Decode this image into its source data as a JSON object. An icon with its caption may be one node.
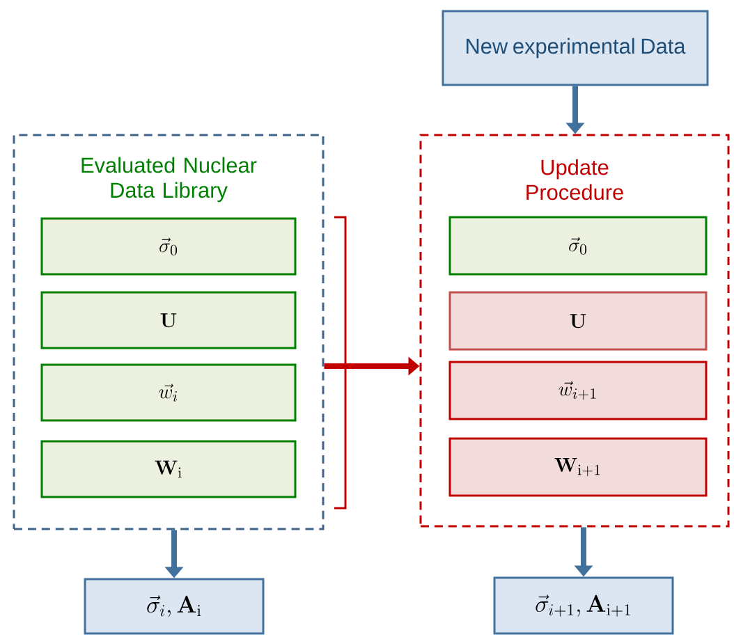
{
  "diagram": {
    "nodes": [
      {
        "text": [
          "Evaluated Nuclear Data Library"
        ]
      },
      {
        "text": [
          "\\vec{\\sigma}_0"
        ],
        "in": 0
      },
      {
        "text": [
          "\\mathbf{U}"
        ],
        "in": 0
      },
      {
        "text": [
          "\\vec{w}_i"
        ],
        "in": 0
      },
      {
        "text": [
          "\\mathbf{W}_{\\mathrm{i}}"
        ],
        "in": 0
      },
      {
        "text": [
          "New experimental Data"
        ]
      },
      {
        "text": [
          "Update Procedure"
        ]
      },
      {
        "text": [
          "\\vec{\\sigma}_0"
        ],
        "in": 6
      },
      {
        "text": [
          "\\mathbf{U}"
        ],
        "in": 6
      },
      {
        "text": [
          "\\vec{w}_{i+1}"
        ],
        "in": 6
      },
      {
        "text": [
          "\\mathbf{W}_{\\mathrm{i+1}}"
        ],
        "in": 6
      },
      {
        "text": [
          "\\vec{\\sigma}_i, \\mathbf{A}_{\\mathrm{i}}"
        ]
      },
      {
        "text": [
          "\\vec{\\sigma}_{i+1}, \\mathbf{A}_{\\mathrm{i+1}}"
        ]
      }
    ],
    "edges": [
      {
        "from": 5,
        "to": 6,
        "arrow": "to"
      },
      {
        "from": 0,
        "to": 6,
        "arrow": "to",
        "color": "#c00000"
      },
      {
        "from": 0,
        "to": 11,
        "arrow": "to"
      },
      {
        "from": 6,
        "to": 12,
        "arrow": "to"
      }
    ]
  }
}
